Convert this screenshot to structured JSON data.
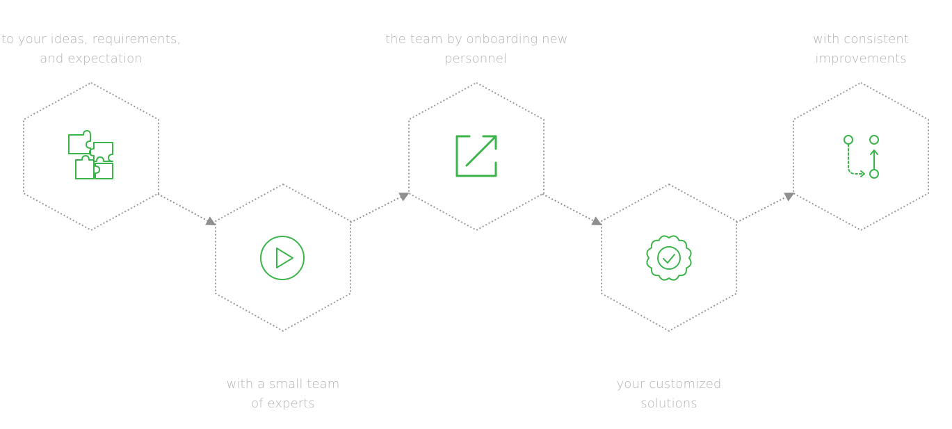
{
  "accent_color": "#3cb44b",
  "steps": [
    {
      "icon": "puzzle-icon",
      "caption": [
        "to your ideas, requirements,",
        "and expectation"
      ]
    },
    {
      "icon": "play-icon",
      "caption": [
        "with a small team",
        "of experts"
      ]
    },
    {
      "icon": "expand-arrow-icon",
      "caption": [
        "the team by onboarding new",
        "personnel"
      ]
    },
    {
      "icon": "badge-check-icon",
      "caption": [
        "your customized",
        "solutions"
      ]
    },
    {
      "icon": "branch-merge-icon",
      "caption": [
        "with consistent",
        "improvements"
      ]
    }
  ]
}
